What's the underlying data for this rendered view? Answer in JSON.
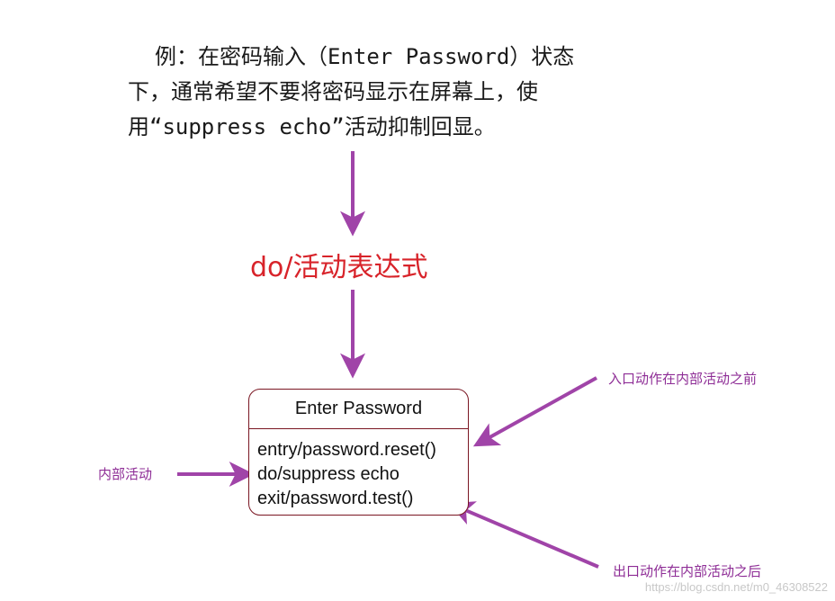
{
  "intro": {
    "line1": "例：在密码输入（Enter Password）状态",
    "line2": "下，通常希望不要将密码显示在屏幕上，使",
    "line3": "用“suppress echo”活动抑制回显。"
  },
  "heading": "do/活动表达式",
  "state": {
    "name": "Enter Password",
    "entry": "entry/password.reset()",
    "do": "do/suppress echo",
    "exit": "exit/password.test()"
  },
  "notes": {
    "entry": "入口动作在内部活动之前",
    "internal": "内部活动",
    "exit": "出口动作在内部活动之后"
  },
  "watermark": "https://blog.csdn.net/m0_46308522",
  "colors": {
    "arrow": "#a044a8",
    "heading": "#d8232a",
    "box_border": "#7a1622",
    "note": "#8e2d96"
  }
}
